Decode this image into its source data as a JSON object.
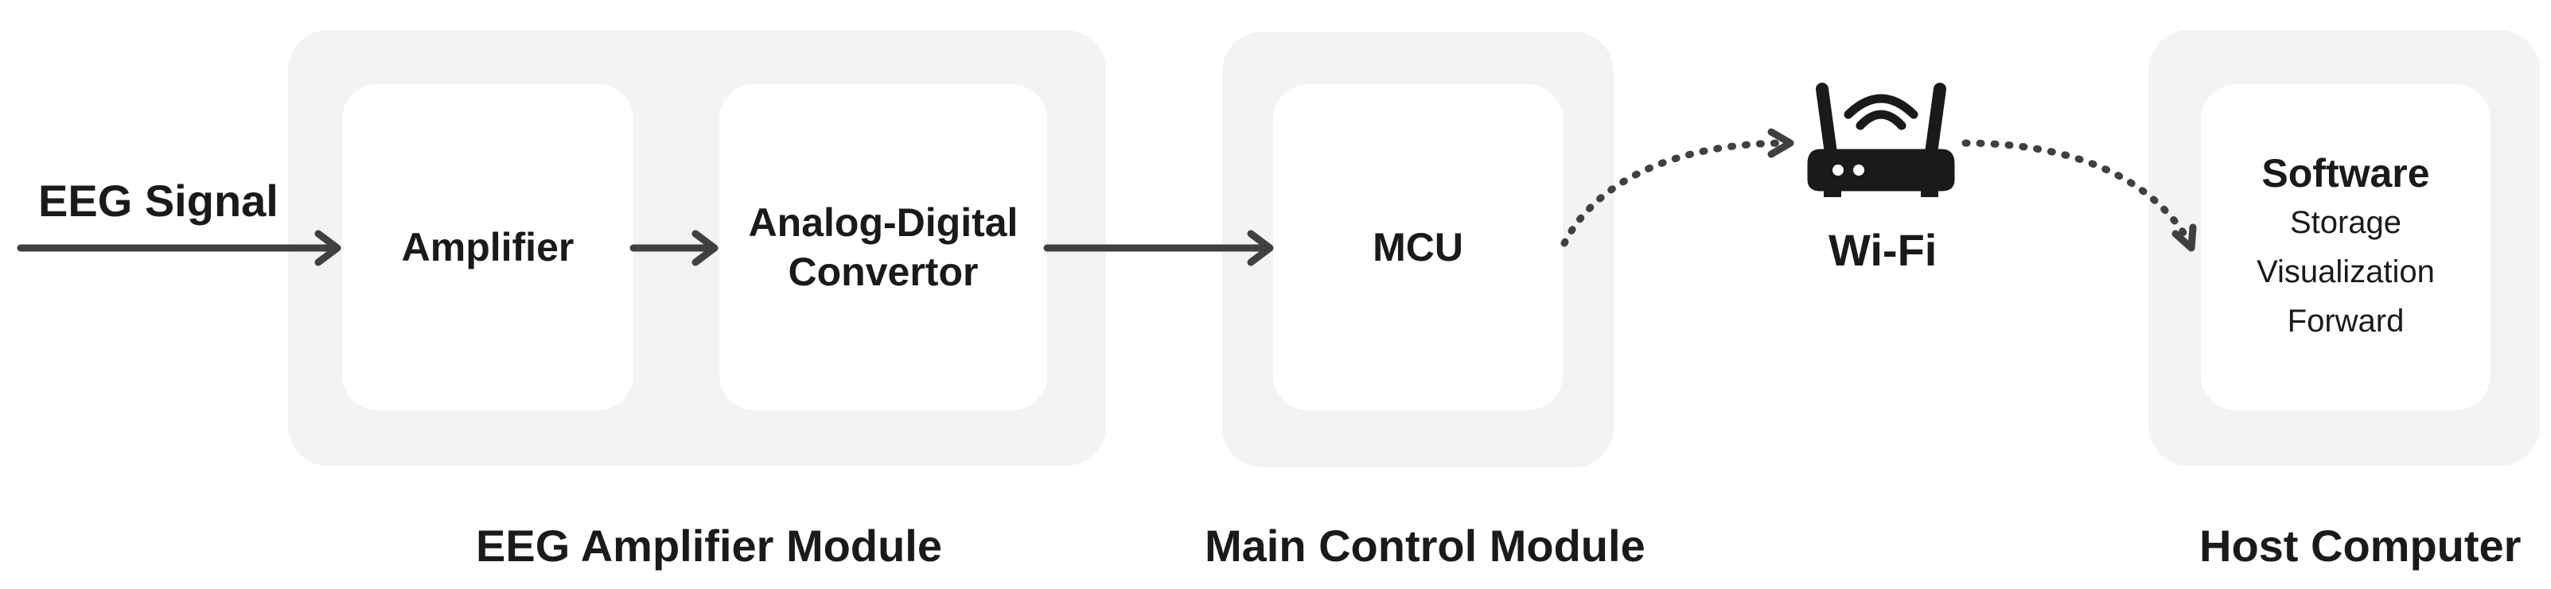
{
  "input_label": "EEG Signal",
  "modules": {
    "amplifier_module": {
      "caption": "EEG Amplifier Module",
      "amplifier": "Amplifier",
      "adc_line1": "Analog-Digital",
      "adc_line2": "Convertor"
    },
    "main_control_module": {
      "caption": "Main Control Module",
      "mcu": "MCU"
    },
    "host_computer": {
      "caption": "Host Computer",
      "software_title": "Software",
      "functions": [
        "Storage",
        "Visualization",
        "Forward"
      ]
    }
  },
  "wifi": {
    "label": "Wi-Fi",
    "icon": "wifi-router-icon"
  },
  "colors": {
    "module_bg": "#f3f3f4",
    "block_bg": "#ffffff",
    "arrow": "#404040",
    "text": "#1a1a1a"
  }
}
